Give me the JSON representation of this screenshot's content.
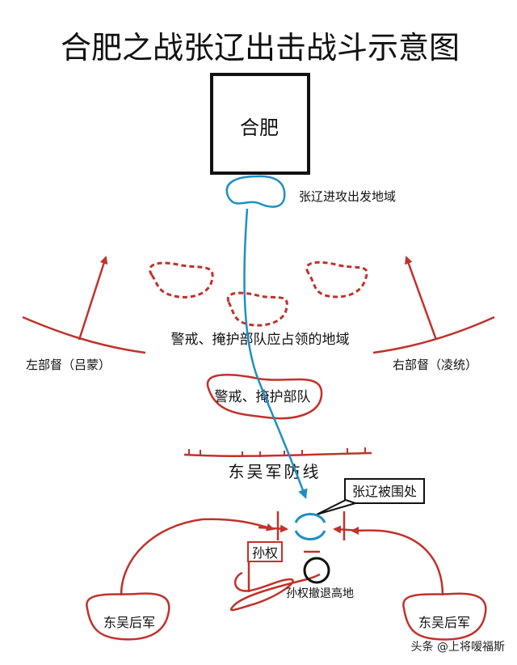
{
  "title": "合肥之战张辽出击战斗示意图",
  "labels": {
    "hefei": "合肥",
    "zhangliao_start": "张辽进攻出发地域",
    "cover_area": "警戒、掩护部队应占领的地域",
    "cover_troops": "警戒、掩护部队",
    "left_du": "左部督（吕蒙）",
    "right_du": "右部督（凌统）",
    "defense_line": "东吴军防线",
    "zhangliao_surrounded": "张辽被围处",
    "sunquan": "孙权",
    "sunquan_retreat": "孙权撤退高地",
    "rear_left": "东吴后军",
    "rear_right": "东吴后军"
  },
  "watermark": "头条 @上将嗳福斯",
  "colors": {
    "red": "#c0322b",
    "blue": "#1f8fc4",
    "black": "#111111"
  }
}
